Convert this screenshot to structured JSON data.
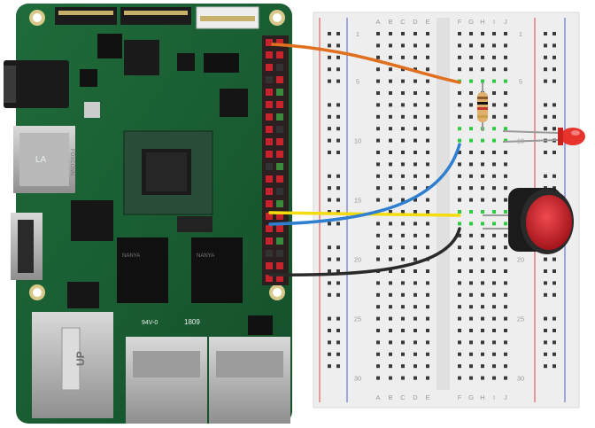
{
  "board": {
    "silkscreen": {
      "sd_slot": "LA",
      "module_version": "94V-0",
      "date_code": "1809",
      "sd_vendor_mark": "FOXCONN",
      "chip_marking": "NANYA",
      "eth_port_brand": "UP"
    }
  },
  "breadboard": {
    "column_labels_left": [
      "A",
      "B",
      "C",
      "D",
      "E"
    ],
    "column_labels_right": [
      "F",
      "G",
      "H",
      "I",
      "J"
    ],
    "row_numbers": [
      "1",
      "5",
      "10",
      "15",
      "20",
      "25",
      "30"
    ]
  },
  "wires": [
    {
      "name": "orange-wire",
      "color": "#e0701f"
    },
    {
      "name": "yellow-wire",
      "color": "#f4dc10"
    },
    {
      "name": "blue-wire",
      "color": "#2e7fd0"
    },
    {
      "name": "black-wire",
      "color": "#2a2a2a"
    }
  ],
  "components": {
    "resistor": {
      "bands": [
        "#8c5a2b",
        "#111111",
        "#c0392b",
        "#c8a24a"
      ]
    },
    "led": {
      "color": "#e8322c"
    },
    "button": {
      "cap_color": "#d61f26"
    }
  }
}
